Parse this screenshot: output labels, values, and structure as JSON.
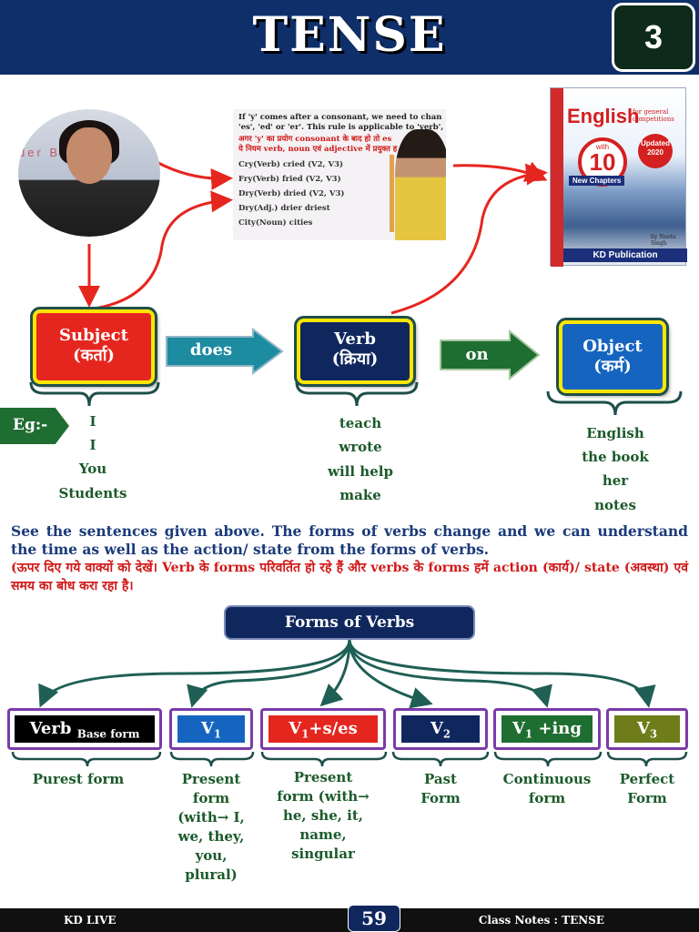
{
  "header": {
    "title": "TENSE",
    "section_number": "3"
  },
  "images": {
    "teacher_photo": {
      "wall_text": "der  Be    into"
    },
    "lesson_photo": {
      "lines": [
        "If 'y' comes after a consonant, we need to chan",
        "'es', 'ed' or 'er'. This rule is applicable to 'verb',",
        "अगर 'y' का प्रयोग consonant के बाद हो तो es",
        "ये नियम verb, noun एवं adjective में प्रयुक्त ह",
        "Cry(Verb)          cried (V2, V3)",
        "Fry(Verb)          fried (V2, V3)",
        "Dry(Verb)          dried (V2, V3)",
        "Dry(Adj.)          drier driest",
        "City(Noun)         cities"
      ]
    },
    "book_cover": {
      "title": "English",
      "subtitle": "for general competitions",
      "with": "with",
      "number": "10",
      "badge": "New Chapters",
      "updated": "Updated 2020",
      "publisher": "KD Publication",
      "author": "by Neetu Singh"
    }
  },
  "concept": {
    "subject": {
      "en": "Subject",
      "hi": "(कर्ता)"
    },
    "arrow1": "does",
    "verb": {
      "en": "Verb",
      "hi": "(क्रिया)"
    },
    "arrow2": "on",
    "object": {
      "en": "Object",
      "hi": "(कर्म)"
    }
  },
  "example": {
    "tag": "Eg:-",
    "subjects": [
      "I",
      "I",
      "You",
      "Students"
    ],
    "verbs": [
      "teach",
      "wrote",
      "will help",
      "make"
    ],
    "objects": [
      "English",
      "the book",
      "her",
      "notes"
    ]
  },
  "paragraph": {
    "english": "See the sentences given above. The forms of verbs change and we can understand the time as well as the action/ state from the forms of verbs.",
    "hindi": "(ऊपर दिए गये वाक्यों को देखें। Verb के forms परिवर्तित हो रहे हैं और verbs के forms हमें action (कार्य)/ state (अवस्था) एवं समय का बोध करा रहा है।"
  },
  "forms": {
    "title": "Forms of Verbs",
    "items": [
      {
        "main": "Verb",
        "sub": "Base form",
        "desc": [
          "Purest form"
        ],
        "color": "#000000"
      },
      {
        "main": "V",
        "sub": "1",
        "suffix": "",
        "desc": [
          "Present",
          "form",
          "(with→ I,",
          "we, they,",
          "you,",
          "plural)"
        ],
        "color": "#1565c0"
      },
      {
        "main": "V",
        "sub": "1",
        "suffix": "+s/es",
        "desc": [
          "Present",
          "form (with→",
          "he, she, it,",
          "name,",
          "singular"
        ],
        "color": "#e5261f"
      },
      {
        "main": "V",
        "sub": "2",
        "suffix": "",
        "desc": [
          "Past",
          "Form"
        ],
        "color": "#10275e"
      },
      {
        "main": "V",
        "sub": "1",
        "suffix": " +ing",
        "desc": [
          "Continuous",
          "form"
        ],
        "color": "#1f6e31"
      },
      {
        "main": "V",
        "sub": "3",
        "suffix": "",
        "desc": [
          "Perfect",
          "Form"
        ],
        "color": "#6e7d1a"
      }
    ]
  },
  "colors": {
    "header_bg": "#0f2f6b",
    "subject_box": "#e5261f",
    "verb_box": "#10275e",
    "object_box": "#1565c0",
    "highlight_border": "#ffe600",
    "arrow_teal": "#1d8ba0",
    "arrow_green": "#1f6e31",
    "example_text": "#1b5a2a",
    "paragraph_en": "#1a3a7a",
    "paragraph_hi": "#d01818"
  },
  "footer": {
    "left": "KD LIVE",
    "page": "59",
    "right": "Class Notes  :  TENSE"
  }
}
